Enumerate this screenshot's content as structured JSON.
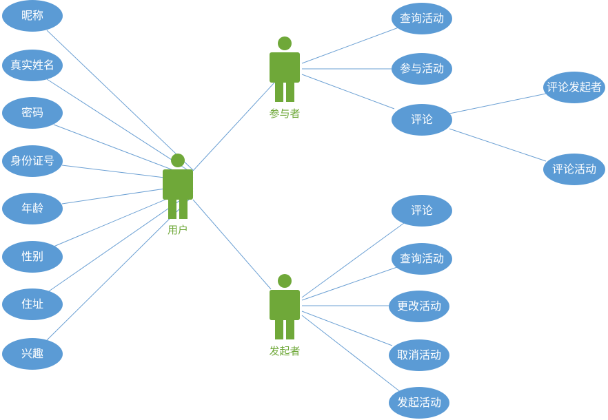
{
  "colors": {
    "node_fill": "#5b9bd5",
    "node_text": "#ffffff",
    "edge": "#6a9fd3",
    "actor": "#6fa839",
    "actor_label": "#6fa839"
  },
  "actors": {
    "user": {
      "label": "用户",
      "icon": "person-icon"
    },
    "participant": {
      "label": "参与者",
      "icon": "person-icon"
    },
    "initiator": {
      "label": "发起者",
      "icon": "person-icon"
    }
  },
  "user_attributes": [
    "昵称",
    "真实姓名",
    "密码",
    "身份证号",
    "年龄",
    "性别",
    "住址",
    "兴趣"
  ],
  "participant_actions": {
    "query": "查询活动",
    "join": "参与活动",
    "comment": "评论"
  },
  "comment_targets": {
    "initiator": "评论发起者",
    "activity": "评论活动"
  },
  "initiator_actions": {
    "comment": "评论",
    "query": "查询活动",
    "modify": "更改活动",
    "cancel": "取消活动",
    "launch": "发起活动"
  }
}
